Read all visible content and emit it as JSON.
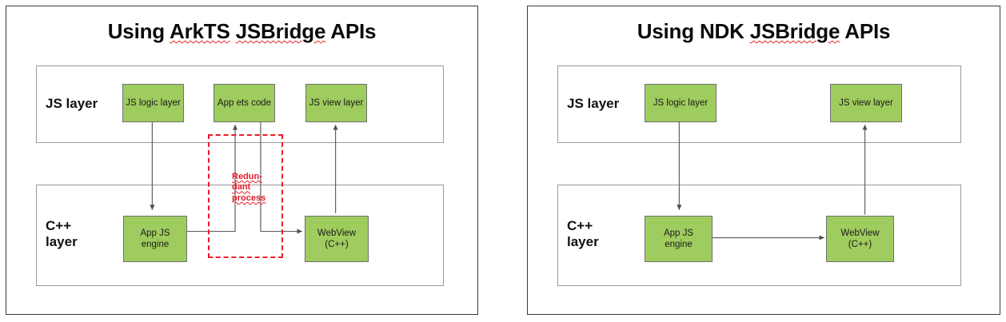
{
  "panels": [
    {
      "id": "arkts",
      "title_prefix": "Using ",
      "title_word1": "ArkTS",
      "title_mid": " ",
      "title_word2": "JSBridge",
      "title_suffix": " APIs",
      "title_full": "Using ArkTS JSBridge APIs",
      "layers": [
        {
          "id": "js",
          "label": "JS layer"
        },
        {
          "id": "cpp",
          "label": "C++\nlayer"
        }
      ],
      "nodes": [
        {
          "id": "js-logic-layer",
          "label": "JS logic layer",
          "layer": "js"
        },
        {
          "id": "app-ets-code",
          "label": "App ets code",
          "layer": "js"
        },
        {
          "id": "js-view-layer",
          "label": "JS view layer",
          "layer": "js"
        },
        {
          "id": "app-js-engine",
          "label": "App JS\nengine",
          "layer": "cpp"
        },
        {
          "id": "webview",
          "label": "WebView\n(C++)",
          "layer": "cpp"
        }
      ],
      "annotation": {
        "id": "redundant-process",
        "label": "Redun-\ndant\nprocess",
        "color": "#ea1c29"
      }
    },
    {
      "id": "ndk",
      "title_prefix": "Using ",
      "title_word1": "NDK",
      "title_mid": " ",
      "title_word2": "JSBridge",
      "title_suffix": " APIs",
      "title_full": "Using NDK JSBridge APIs",
      "layers": [
        {
          "id": "js",
          "label": "JS layer"
        },
        {
          "id": "cpp",
          "label": "C++\nlayer"
        }
      ],
      "nodes": [
        {
          "id": "js-logic-layer",
          "label": "JS logic layer",
          "layer": "js"
        },
        {
          "id": "js-view-layer",
          "label": "JS view layer",
          "layer": "js"
        },
        {
          "id": "app-js-engine",
          "label": "App JS\nengine",
          "layer": "cpp"
        },
        {
          "id": "webview",
          "label": "WebView\n(C++)",
          "layer": "cpp"
        }
      ],
      "annotation": null
    }
  ],
  "colors": {
    "node_fill": "#9FCC5E",
    "node_border": "#6f6f6f",
    "panel_border": "#3b3b3b",
    "layer_border": "#9a9a9a",
    "edge": "#606060",
    "annotation_red": "#ea1c29",
    "title_text": "#0b0b0b",
    "background": "#ffffff"
  }
}
